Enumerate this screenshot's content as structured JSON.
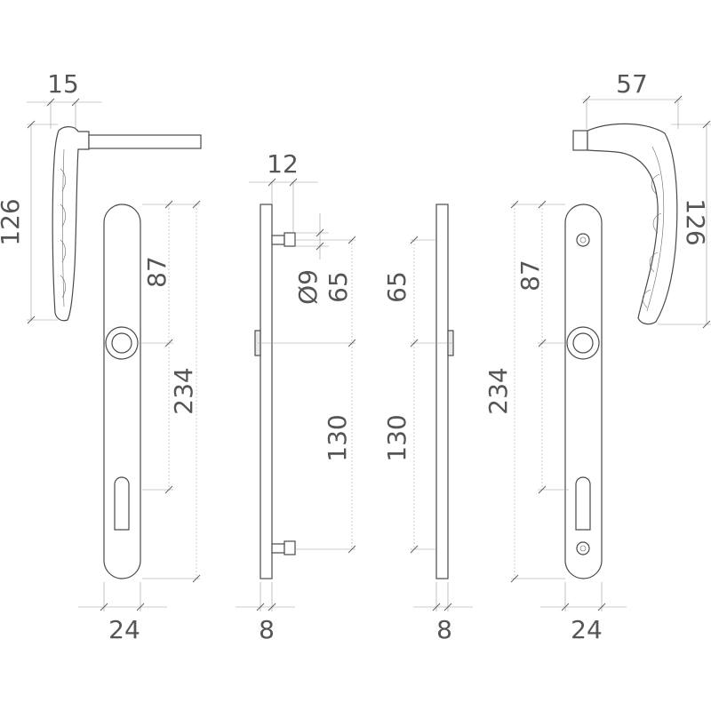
{
  "dimensions": {
    "left_handle_depth": "15",
    "left_handle_height": "126",
    "left_spindle_dist": "87",
    "left_plate_length": "234",
    "left_plate_width": "24",
    "mid_left_offset": "12",
    "mid_left_screw_dia": "Ø9",
    "mid_left_upper": "65",
    "mid_left_lower": "130",
    "mid_left_thickness": "8",
    "mid_right_upper": "65",
    "mid_right_lower": "130",
    "mid_right_thickness": "8",
    "right_handle_depth": "57",
    "right_handle_height": "126",
    "right_spindle_dist": "87",
    "right_plate_length": "234",
    "right_plate_width": "24"
  },
  "colors": {
    "outline": "#4a4a4a",
    "dimension": "#555555"
  }
}
